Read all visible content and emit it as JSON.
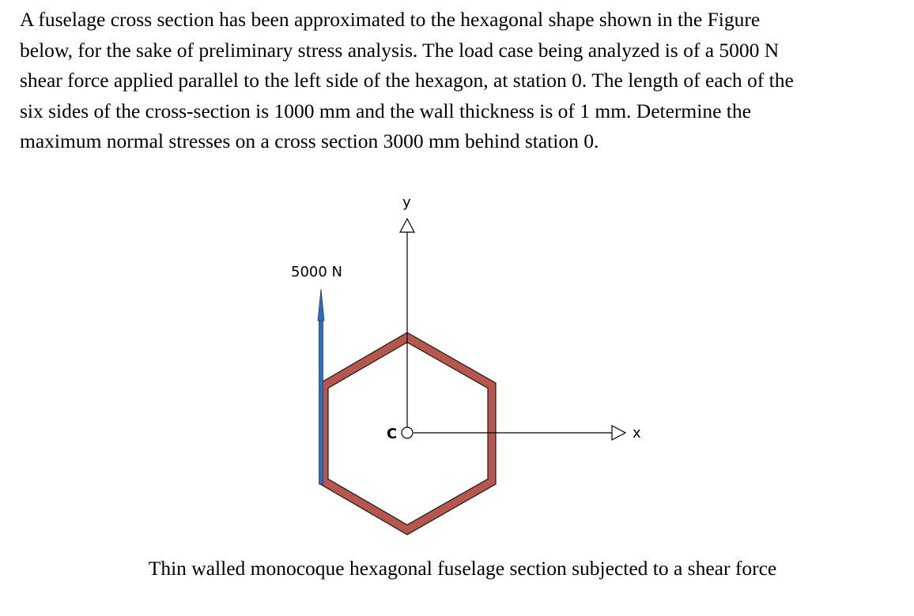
{
  "problem": {
    "lines": [
      "A fuselage cross section has been approximated to the hexagonal shape shown in the Figure",
      "below, for the sake of preliminary stress analysis. The load case being analyzed is of a 5000 N",
      "shear force applied parallel to the left side of the hexagon, at station 0. The length of each of the",
      "six sides of the cross-section is 1000 mm and the wall thickness is of 1 mm. Determine the",
      "maximum normal stresses on a cross section 3000 mm behind station 0."
    ]
  },
  "figure": {
    "force_label": "5000 N",
    "y_axis_label": "y",
    "x_axis_label": "x",
    "centroid_label": "C",
    "colors": {
      "wall_fill": "#B5574C",
      "wall_stroke": "#1a1a1a",
      "force_arrow": "#2E6DB8",
      "axis": "#000000"
    }
  },
  "caption": "Thin walled monocoque hexagonal fuselage section subjected to a shear force"
}
